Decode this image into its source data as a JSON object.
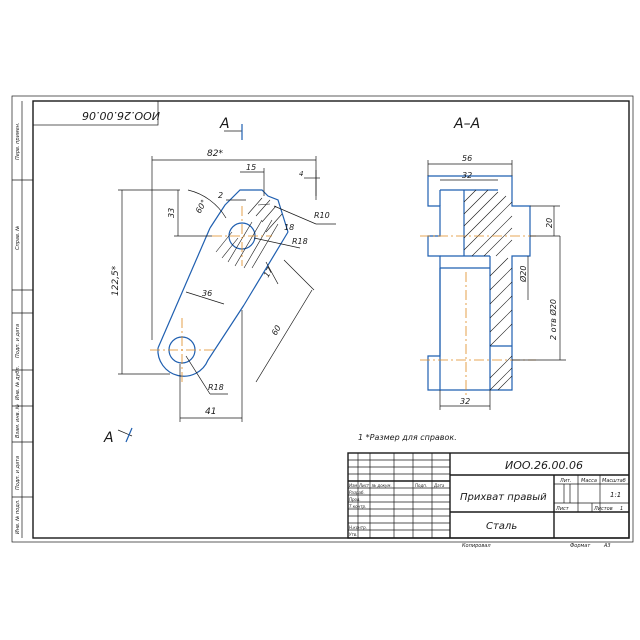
{
  "drawing": {
    "designation": "ИОО.26.00.06",
    "designation_mirrored": "ИОО.26.00.06",
    "part_name": "Прихват правый",
    "material": "Сталь",
    "note": "1 *Размер для справок.",
    "view_label": "А",
    "section_label": "А–А"
  },
  "dimensions": {
    "d82": "82*",
    "d15": "15",
    "d4": "4",
    "d2": "2",
    "d33": "33",
    "d60deg": "60°",
    "r10": "R10",
    "d18": "18",
    "r18a": "R18",
    "d1225": "122,5*",
    "d17": "17",
    "d36": "36",
    "d60": "60",
    "r18b": "R18",
    "d41": "41",
    "s56": "56",
    "s32top": "32",
    "s20": "20",
    "sphi20": "Ø20",
    "s2holes": "2 отв Ø20",
    "s32bot": "32"
  },
  "title_block": {
    "col_izm": "Изм",
    "col_list": "Лист",
    "col_doc": "№ докум.",
    "col_sign": "Подп.",
    "col_date": "Дата",
    "row_razrab": "Разраб.",
    "row_prov": "Пров.",
    "row_tkontr": "Т.контр.",
    "row_nkontr": "Н.контр.",
    "row_utv": "Утв.",
    "lit": "Лит.",
    "massa": "Масса",
    "masshtab": "Масштаб",
    "scale_value": "1:1",
    "sheet": "Лист",
    "sheets": "Листов",
    "sheets_value": "1",
    "copied": "Копировал",
    "format": "Формат",
    "format_value": "А3"
  },
  "side_stamp": {
    "perv_primen": "Перв. примен.",
    "sprav_no": "Справ. №",
    "podp_data1": "Подп. и дата",
    "inv_dubl": "Инв. № дубл.",
    "vzam_inv": "Взам. инв. №",
    "podp_data2": "Подп. и дата",
    "inv_podl": "Инв. № подл."
  }
}
